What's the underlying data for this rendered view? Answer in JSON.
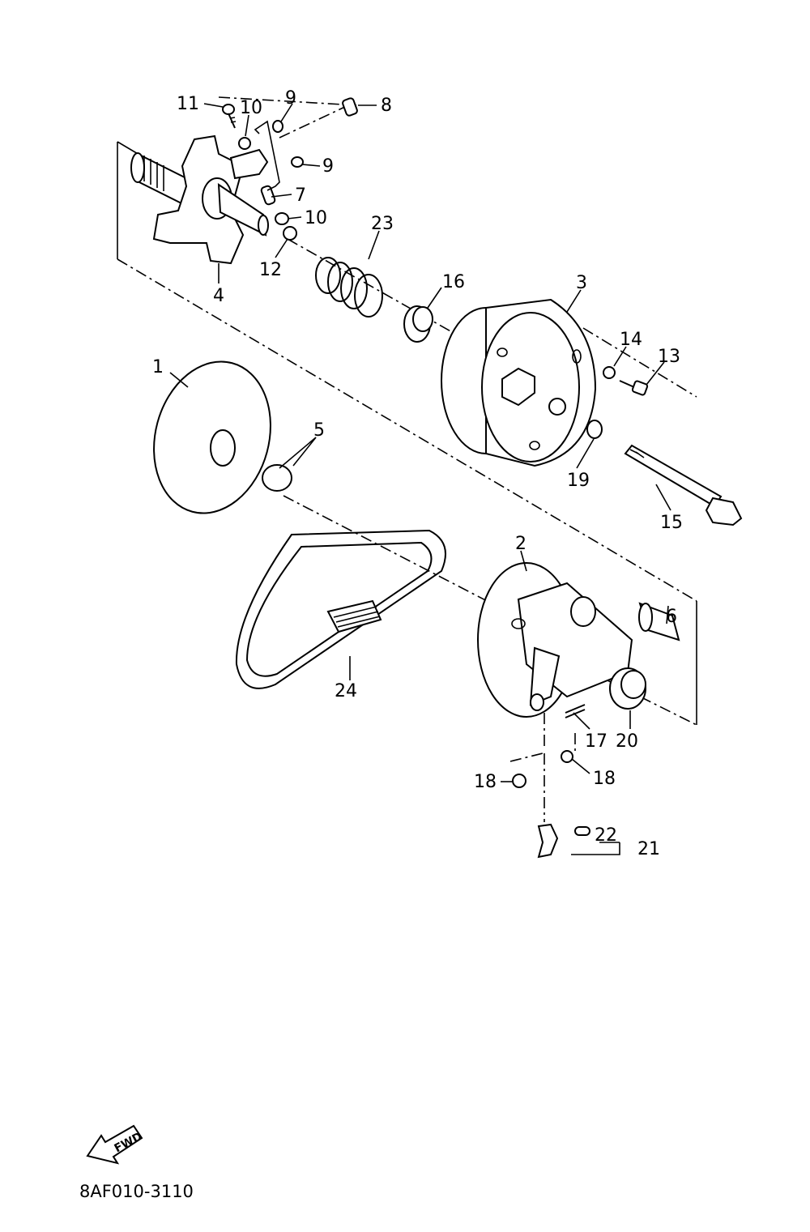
{
  "diagram": {
    "labels": {
      "p1": "1",
      "p2": "2",
      "p3": "3",
      "p4": "4",
      "p5": "5",
      "p6": "6",
      "p7": "7",
      "p8": "8",
      "p9a": "9",
      "p9b": "9",
      "p10a": "10",
      "p10b": "10",
      "p11": "11",
      "p12": "12",
      "p13": "13",
      "p14": "14",
      "p15": "15",
      "p16": "16",
      "p17": "17",
      "p18a": "18",
      "p18b": "18",
      "p19": "19",
      "p20": "20",
      "p21": "21",
      "p22": "22",
      "p23": "23",
      "p24": "24"
    },
    "fwd_label": "FWD",
    "code": "8AF010-3110"
  }
}
